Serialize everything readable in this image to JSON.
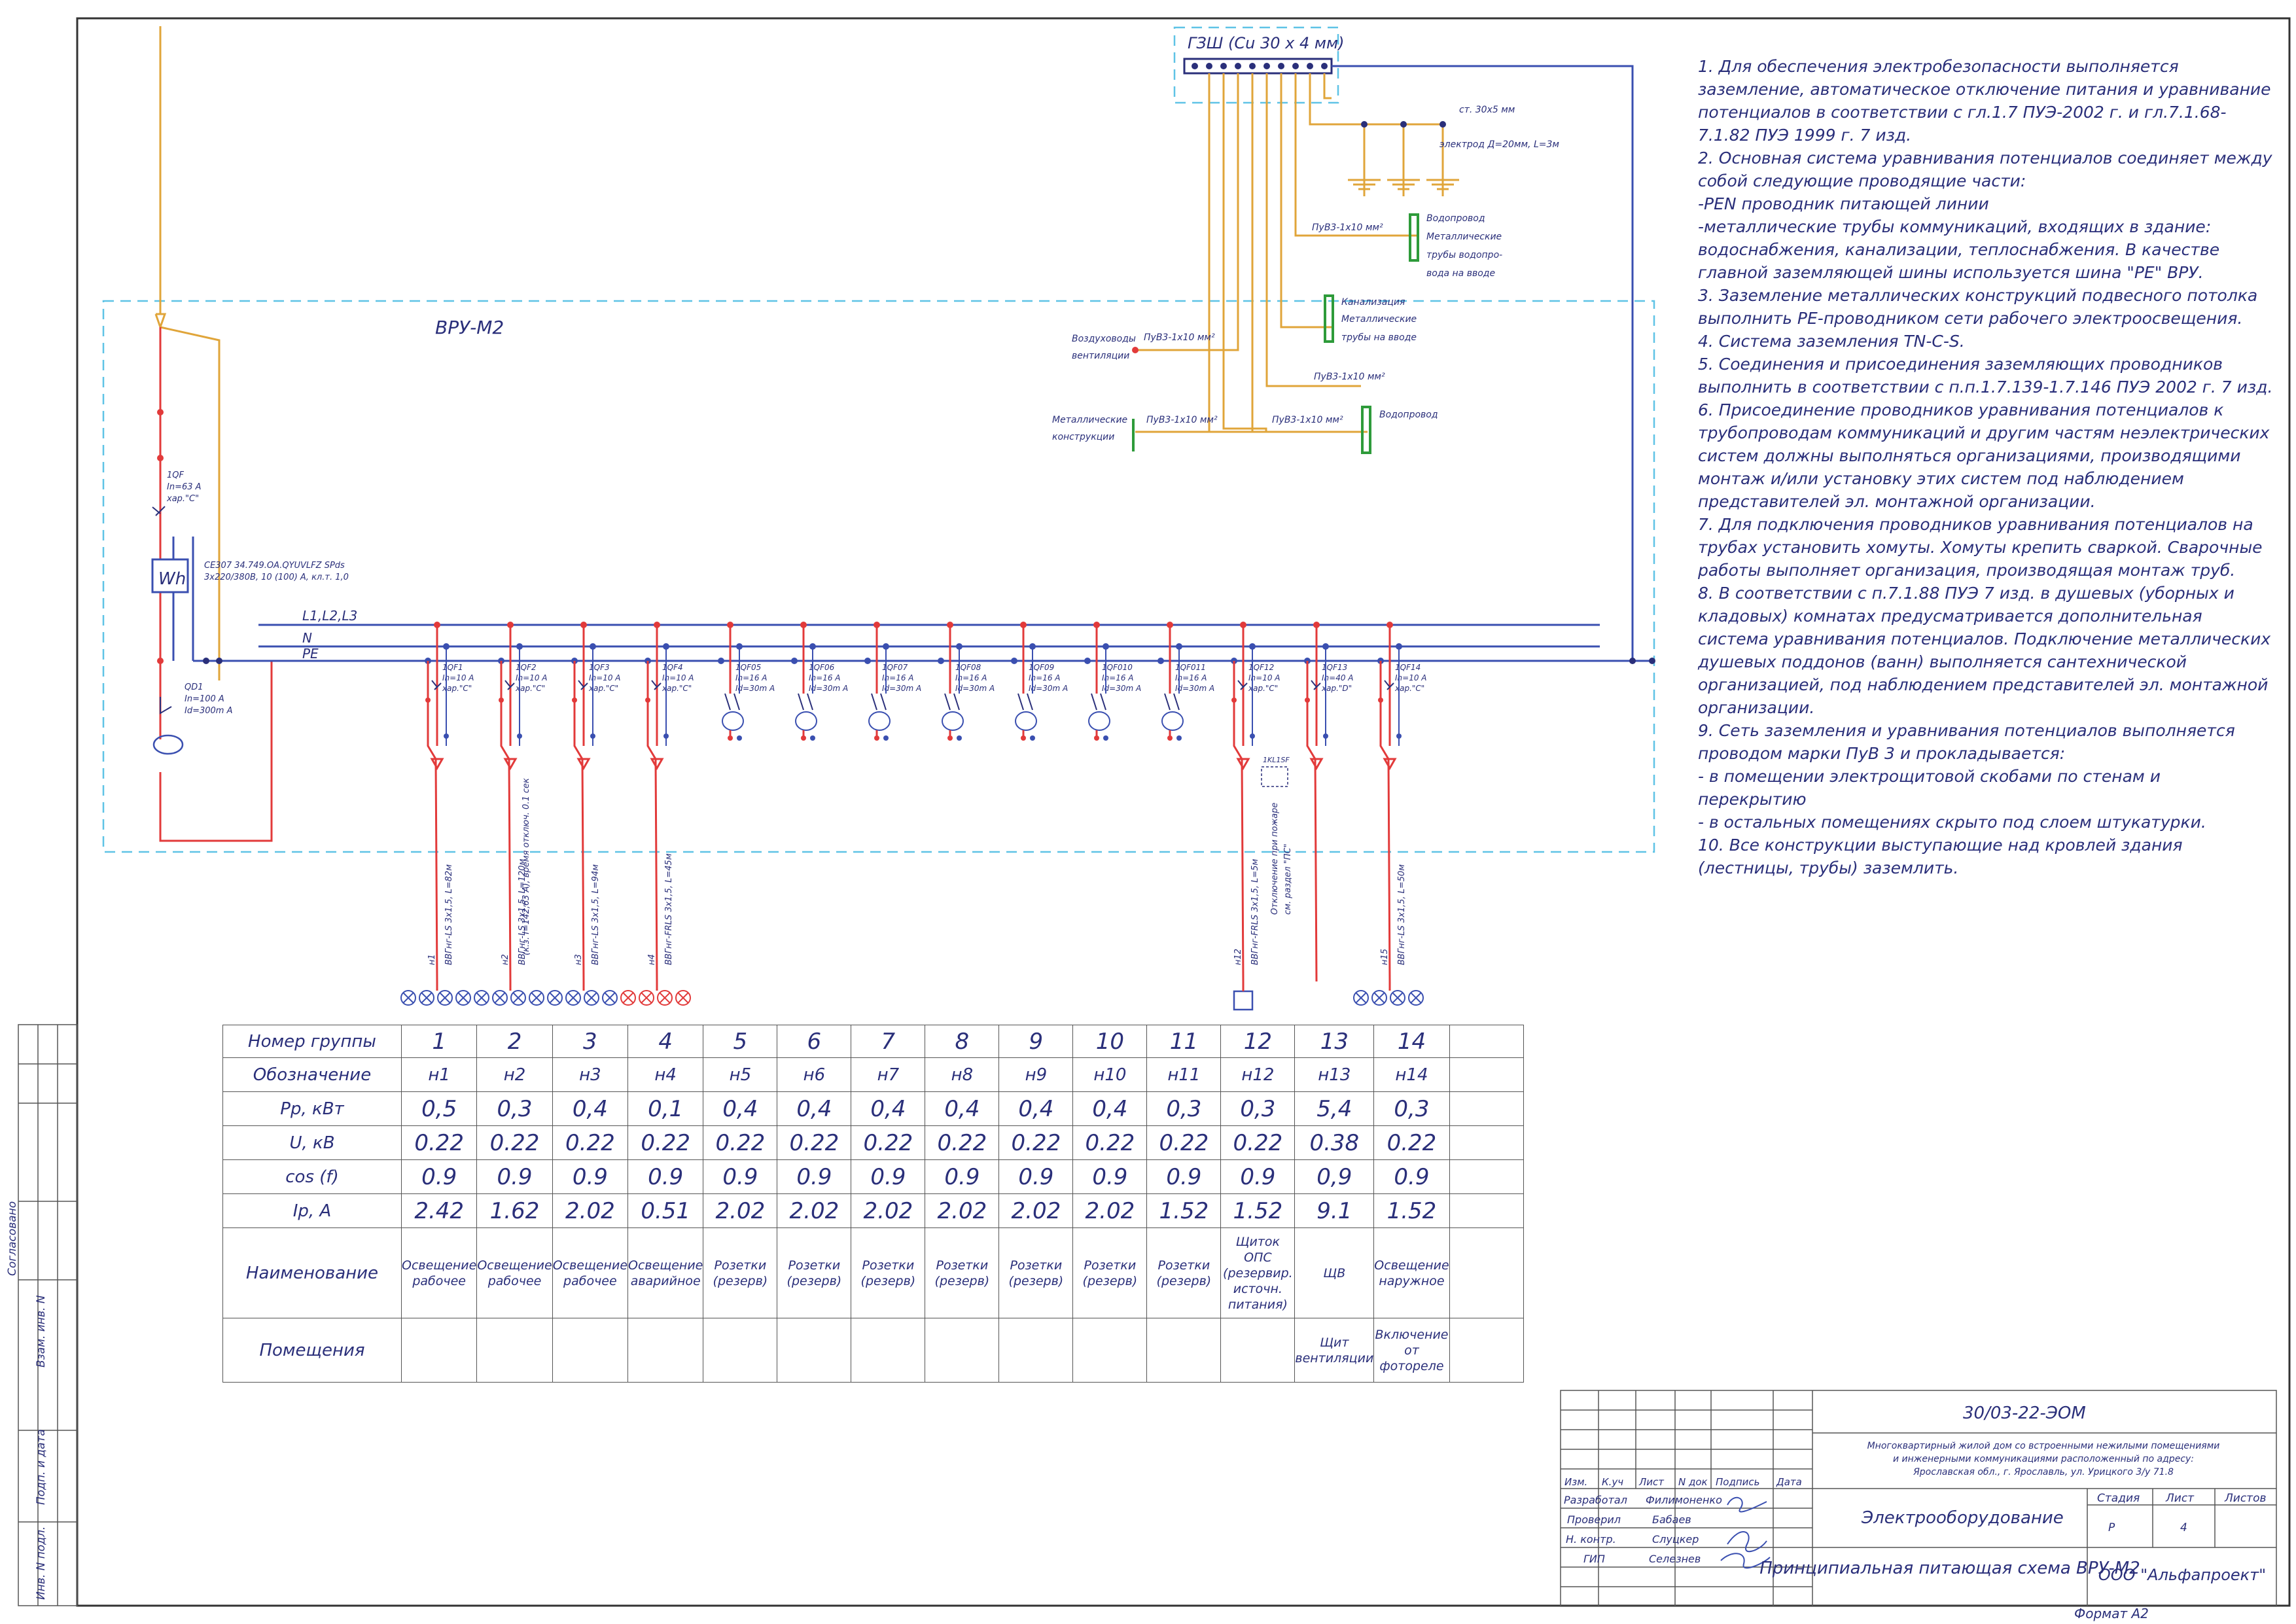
{
  "frame": {
    "enclosure_label": "ВРУ-М2",
    "gzsh_label": "ГЗШ (Cu 30 x 4 мм)",
    "strip_label": "ст. 30х5 мм",
    "electrode_label": "электрод Д=20мм, L=3м"
  },
  "input": {
    "breaker": [
      "1QF",
      "In=63 A",
      "хар.\"С\""
    ],
    "meter_symbol": "Wh",
    "meter_desc": [
      "СЕ307 34.749.OA.QYUVLFZ SPds",
      "3х220/380В, 10 (100) А, кл.т. 1,0"
    ],
    "rcd": [
      "QD1",
      "In=100 A",
      "Id=300m A"
    ],
    "bus_l": "L1,L2,L3",
    "bus_n": "N",
    "bus_pe": "PE"
  },
  "bonding": [
    {
      "label": [
        "Водопровод",
        "Металлические",
        "трубы водопро-",
        "вода на вводе"
      ],
      "cable": "ПуВ3-1х10 мм²"
    },
    {
      "label": [
        "Канализация",
        "Металлические",
        "трубы на вводе"
      ],
      "cable": "ПуВ3-1х10 мм²"
    },
    {
      "label": [
        "Воздуховоды",
        "вентиляции"
      ],
      "cable": "ПуВ3-1х10 мм²"
    },
    {
      "label": [
        "Металлические",
        "конструкции"
      ],
      "cable": "ПуВ3-1х10 мм²"
    },
    {
      "label": [
        "Водопровод"
      ],
      "cable": "ПуВ3-1х10 мм²"
    }
  ],
  "groups": [
    {
      "qf": "1QF1",
      "rating": "In=10 A",
      "char": "хар.\"С\"",
      "type": "breaker",
      "line": "н1",
      "cable": "ВВГнг-LS 3х1,5, L=82м"
    },
    {
      "qf": "1QF2",
      "rating": "In=10 A",
      "char": "хар.\"С\"",
      "type": "breaker",
      "line": "н2",
      "cable": "ВВГнг-LS 3х1,5, L=120м"
    },
    {
      "qf": "1QF3",
      "rating": "In=10 A",
      "char": "хар.\"С\"",
      "type": "breaker",
      "line": "н3",
      "cable": "ВВГнг-LS 3х1,5, L=94м"
    },
    {
      "qf": "1QF4",
      "rating": "In=10 A",
      "char": "хар.\"С\"",
      "type": "breaker",
      "line": "н4",
      "cable": "ВВГнг-FRLS 3х1,5, L=45м"
    },
    {
      "qf": "1QF05",
      "rating": "In=16 A",
      "char": "Id=30m A",
      "type": "rcbo",
      "line": "",
      "cable": ""
    },
    {
      "qf": "1QF06",
      "rating": "In=16 A",
      "char": "Id=30m A",
      "type": "rcbo",
      "line": "",
      "cable": ""
    },
    {
      "qf": "1QF07",
      "rating": "In=16 A",
      "char": "Id=30m A",
      "type": "rcbo",
      "line": "",
      "cable": ""
    },
    {
      "qf": "1QF08",
      "rating": "In=16 A",
      "char": "Id=30m A",
      "type": "rcbo",
      "line": "",
      "cable": ""
    },
    {
      "qf": "1QF09",
      "rating": "In=16 A",
      "char": "Id=30m A",
      "type": "rcbo",
      "line": "",
      "cable": ""
    },
    {
      "qf": "1QF010",
      "rating": "In=16 A",
      "char": "Id=30m A",
      "type": "rcbo",
      "line": "",
      "cable": ""
    },
    {
      "qf": "1QF011",
      "rating": "In=16 A",
      "char": "Id=30m A",
      "type": "rcbo",
      "line": "",
      "cable": ""
    },
    {
      "qf": "1QF12",
      "rating": "In=10 A",
      "char": "хар.\"С\"",
      "type": "breaker",
      "line": "н12",
      "cable": "ВВГнг-FRLS 3х1,5, L=5м"
    },
    {
      "qf": "1QF13",
      "rating": "In=40 A",
      "char": "хар.\"D\"",
      "type": "breaker",
      "line": "",
      "cable": ""
    },
    {
      "qf": "1QF14",
      "rating": "In=10 A",
      "char": "хар.\"С\"",
      "type": "breaker",
      "line": "н15",
      "cable": "ВВГнг-LS 3х1,5, L=50м"
    }
  ],
  "group2_note": "(к.з. I=142,63 A), время отключ. 0.1 сек",
  "group12_contact": "1KL1SF",
  "group13_note": [
    "Отключение при пожаре",
    "см. раздел \"ПС\""
  ],
  "notes": [
    "1. Для обеспечения электробезопасности выполняется заземление, автоматическое отключение питания и уравнивание потенциалов в соответствии с гл.1.7 ПУЭ-2002 г. и гл.7.1.68-7.1.82 ПУЭ 1999 г. 7 изд.",
    "2. Основная система уравнивания потенциалов соединяет между собой следующие проводящие части:",
    "-PEN проводник питающей линии",
    "-металлические трубы коммуникаций, входящих в здание: водоснабжения, канализации, теплоснабжения. В качестве главной заземляющей шины используется шина \"PE\" ВРУ.",
    "3. Заземление металлических конструкций подвесного потолка выполнить PE-проводником сети рабочего электроосвещения.",
    "4. Система заземления TN-C-S.",
    "5. Соединения и присоединения заземляющих проводников выполнить в соответствии с п.п.1.7.139-1.7.146 ПУЭ 2002 г. 7 изд.",
    "6. Присоединение проводников уравнивания потенциалов к трубопроводам коммуникаций и другим частям неэлектрических систем должны выполняться организациями, производящими монтаж и/или установку этих систем под наблюдением представителей эл. монтажной организации.",
    "7. Для подключения проводников уравнивания потенциалов на трубах установить хомуты. Хомуты крепить сваркой. Сварочные работы выполняет организация, производящая монтаж труб.",
    "8. В соответствии с п.7.1.88 ПУЭ 7 изд. в душевых (уборных и кладовых) комнатах предусматривается дополнительная система уравнивания потенциалов. Подключение металлических душевых поддонов (ванн) выполняется сантехнической организацией, под наблюдением представителей эл. монтажной организации.",
    "9. Сеть заземления и уравнивания потенциалов выполняется проводом марки ПуВ 3 и прокладывается:",
    "- в помещении электрощитовой скобами по стенам и перекрытию",
    "- в остальных помещениях скрыто под слоем штукатурки.",
    "10. Все конструкции выступающие над кровлей здания (лестницы, трубы) заземлить."
  ],
  "table": {
    "row_headers": [
      "Номер группы",
      "Обозначение",
      "Рр, кВт",
      "U, кВ",
      "cos (f)",
      "Iр, А",
      "Наименование",
      "Помещения"
    ],
    "columns": [
      {
        "n": "1",
        "id": "н1",
        "p": "0,5",
        "u": "0.22",
        "cos": "0.9",
        "i": "2.42",
        "name": "Освещение рабочее",
        "room": ""
      },
      {
        "n": "2",
        "id": "н2",
        "p": "0,3",
        "u": "0.22",
        "cos": "0.9",
        "i": "1.62",
        "name": "Освещение рабочее",
        "room": ""
      },
      {
        "n": "3",
        "id": "н3",
        "p": "0,4",
        "u": "0.22",
        "cos": "0.9",
        "i": "2.02",
        "name": "Освещение рабочее",
        "room": ""
      },
      {
        "n": "4",
        "id": "н4",
        "p": "0,1",
        "u": "0.22",
        "cos": "0.9",
        "i": "0.51",
        "name": "Освещение аварийное",
        "room": ""
      },
      {
        "n": "5",
        "id": "н5",
        "p": "0,4",
        "u": "0.22",
        "cos": "0.9",
        "i": "2.02",
        "name": "Розетки (резерв)",
        "room": ""
      },
      {
        "n": "6",
        "id": "н6",
        "p": "0,4",
        "u": "0.22",
        "cos": "0.9",
        "i": "2.02",
        "name": "Розетки (резерв)",
        "room": ""
      },
      {
        "n": "7",
        "id": "н7",
        "p": "0,4",
        "u": "0.22",
        "cos": "0.9",
        "i": "2.02",
        "name": "Розетки (резерв)",
        "room": ""
      },
      {
        "n": "8",
        "id": "н8",
        "p": "0,4",
        "u": "0.22",
        "cos": "0.9",
        "i": "2.02",
        "name": "Розетки (резерв)",
        "room": ""
      },
      {
        "n": "9",
        "id": "н9",
        "p": "0,4",
        "u": "0.22",
        "cos": "0.9",
        "i": "2.02",
        "name": "Розетки (резерв)",
        "room": ""
      },
      {
        "n": "10",
        "id": "н10",
        "p": "0,4",
        "u": "0.22",
        "cos": "0.9",
        "i": "2.02",
        "name": "Розетки (резерв)",
        "room": ""
      },
      {
        "n": "11",
        "id": "н11",
        "p": "0,3",
        "u": "0.22",
        "cos": "0.9",
        "i": "1.52",
        "name": "Розетки (резерв)",
        "room": ""
      },
      {
        "n": "12",
        "id": "н12",
        "p": "0,3",
        "u": "0.22",
        "cos": "0.9",
        "i": "1.52",
        "name": "Щиток ОПС (резервир. источн. питания)",
        "room": ""
      },
      {
        "n": "13",
        "id": "н13",
        "p": "5,4",
        "u": "0.38",
        "cos": "0,9",
        "i": "9.1",
        "name": "ЩВ",
        "room": "Щит вентиляции"
      },
      {
        "n": "14",
        "id": "н14",
        "p": "0,3",
        "u": "0.22",
        "cos": "0.9",
        "i": "1.52",
        "name": "Освещение наружное",
        "room": "Включение от фотореле"
      }
    ]
  },
  "stamp": {
    "code": "30/03-22-ЭОМ",
    "project": [
      "Многоквартирный жилой дом со встроенными нежилыми помещениями",
      "и инженерными коммуникациями расположенный по адресу:",
      "Ярославская обл., г. Ярославль, ул. Урицкого 3/у 71.8"
    ],
    "headers": [
      "Изм.",
      "К.уч",
      "Лист",
      "N док",
      "Подпись",
      "Дата"
    ],
    "roles": [
      [
        "Разработал",
        "Филимоненко"
      ],
      [
        "Проверил",
        "Бабаев"
      ],
      [
        "Н. контр.",
        "Слуцкер"
      ],
      [
        "ГИП",
        "Селезнев"
      ]
    ],
    "section": "Электрооборудование",
    "stage_headers": [
      "Стадия",
      "Лист",
      "Листов"
    ],
    "stage_values": [
      "Р",
      "4",
      ""
    ],
    "sheet_title": "Принципиальная питающая схема ВРУ-М2",
    "company": "ООО \"Альфапроект\"",
    "format": "Формат А2",
    "side_labels": [
      "Согласовано",
      "Взам. инв. N",
      "Подп. и дата",
      "Инв. N подл."
    ]
  }
}
